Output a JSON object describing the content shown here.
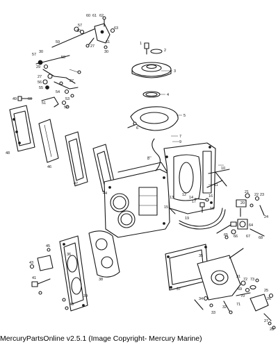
{
  "caption": "MercuryPartsOnline v2.5.1 (Image Copyright- Mercury Marine)",
  "labels": [
    {
      "id": "l60a",
      "text": "60"
    },
    {
      "id": "l61a",
      "text": "61"
    },
    {
      "id": "l62",
      "text": "62"
    },
    {
      "id": "l57a",
      "text": "57"
    },
    {
      "id": "l30a",
      "text": "30"
    },
    {
      "id": "l63",
      "text": "63"
    },
    {
      "id": "l59",
      "text": "59"
    },
    {
      "id": "l27a",
      "text": "27"
    },
    {
      "id": "l61b",
      "text": "61"
    },
    {
      "id": "l30b",
      "text": "30"
    },
    {
      "id": "l1",
      "text": "1"
    },
    {
      "id": "l2",
      "text": "2"
    },
    {
      "id": "l57b",
      "text": "57"
    },
    {
      "id": "l30c",
      "text": "30"
    },
    {
      "id": "l58",
      "text": "58"
    },
    {
      "id": "l3",
      "text": "3"
    },
    {
      "id": "l29",
      "text": "29"
    },
    {
      "id": "l27b",
      "text": "27"
    },
    {
      "id": "l56",
      "text": "56"
    },
    {
      "id": "l55",
      "text": "55"
    },
    {
      "id": "l27c",
      "text": "27"
    },
    {
      "id": "l54",
      "text": "54"
    },
    {
      "id": "l4",
      "text": "4"
    },
    {
      "id": "l60b",
      "text": "60"
    },
    {
      "id": "l51",
      "text": "51"
    },
    {
      "id": "l53",
      "text": "53"
    },
    {
      "id": "l52",
      "text": "52"
    },
    {
      "id": "l49",
      "text": "49"
    },
    {
      "id": "l5",
      "text": "5"
    },
    {
      "id": "l6",
      "text": "6"
    },
    {
      "id": "l7",
      "text": "7"
    },
    {
      "id": "l48",
      "text": "48"
    },
    {
      "id": "l46",
      "text": "46"
    },
    {
      "id": "l9",
      "text": "9"
    },
    {
      "id": "l8",
      "text": "8"
    },
    {
      "id": "l10",
      "text": "10"
    },
    {
      "id": "l11",
      "text": "11"
    },
    {
      "id": "l47",
      "text": "47"
    },
    {
      "id": "l44",
      "text": "44"
    },
    {
      "id": "l12",
      "text": "12"
    },
    {
      "id": "l14",
      "text": "14"
    },
    {
      "id": "l13",
      "text": "13"
    },
    {
      "id": "l15",
      "text": "15"
    },
    {
      "id": "l17",
      "text": "17"
    },
    {
      "id": "l16",
      "text": "16"
    },
    {
      "id": "l18",
      "text": "18"
    },
    {
      "id": "l19",
      "text": "19"
    },
    {
      "id": "l20",
      "text": "20"
    },
    {
      "id": "l21",
      "text": "21"
    },
    {
      "id": "l22",
      "text": "22"
    },
    {
      "id": "l23",
      "text": "23"
    },
    {
      "id": "l24",
      "text": "24"
    },
    {
      "id": "l64",
      "text": "64"
    },
    {
      "id": "l65",
      "text": "65"
    },
    {
      "id": "l66",
      "text": "66"
    },
    {
      "id": "l67",
      "text": "67"
    },
    {
      "id": "l68",
      "text": "68"
    },
    {
      "id": "l45",
      "text": "45"
    },
    {
      "id": "l36",
      "text": "36"
    },
    {
      "id": "l43",
      "text": "43"
    },
    {
      "id": "l41",
      "text": "41"
    },
    {
      "id": "l39",
      "text": "39"
    },
    {
      "id": "l40",
      "text": "40"
    },
    {
      "id": "l38",
      "text": "38"
    },
    {
      "id": "l37",
      "text": "37"
    },
    {
      "id": "l35",
      "text": "35"
    },
    {
      "id": "l34",
      "text": "34"
    },
    {
      "id": "l33",
      "text": "33"
    },
    {
      "id": "l31",
      "text": "31"
    },
    {
      "id": "l32",
      "text": "32"
    },
    {
      "id": "l72",
      "text": "72"
    },
    {
      "id": "l73",
      "text": "73"
    },
    {
      "id": "l69",
      "text": "69"
    },
    {
      "id": "l70",
      "text": "70"
    },
    {
      "id": "l71",
      "text": "71"
    },
    {
      "id": "l25",
      "text": "25"
    },
    {
      "id": "l26",
      "text": "26"
    },
    {
      "id": "l27d",
      "text": "27"
    },
    {
      "id": "l28",
      "text": "28"
    }
  ]
}
